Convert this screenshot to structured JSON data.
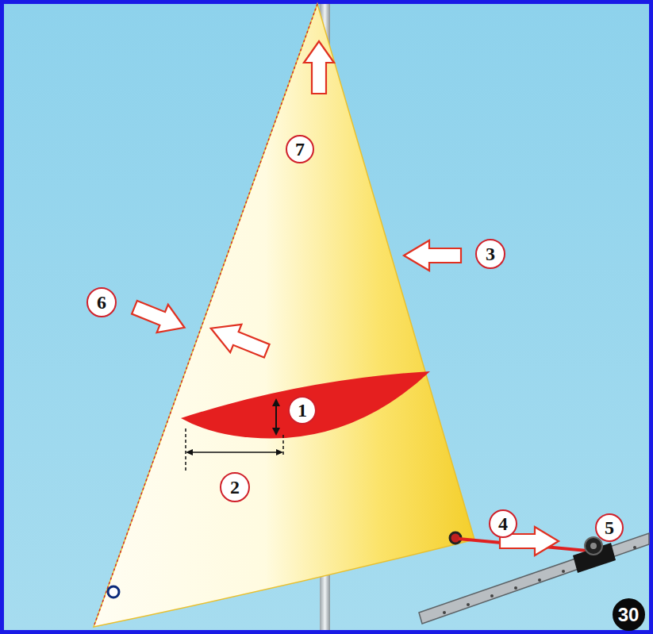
{
  "diagram": {
    "labels": [
      "7",
      "3",
      "6",
      "1",
      "2",
      "4",
      "5",
      "30"
    ]
  }
}
